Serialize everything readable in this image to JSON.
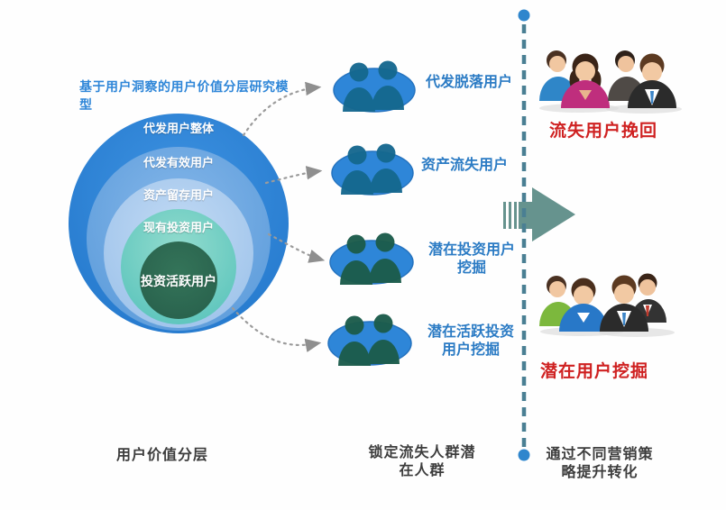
{
  "title": {
    "text": "基于用户洞察的用户价值分层研究模型"
  },
  "funnel": {
    "rings": [
      {
        "label": "代发用户整体",
        "color": "#2B85D8"
      },
      {
        "label": "代发有效用户",
        "color": "#66A6E0"
      },
      {
        "label": "资产留存用户",
        "color": "#ABCBEE"
      },
      {
        "label": "现有投资用户",
        "color": "#6FCEC2"
      },
      {
        "label": "投资活跃用户",
        "color": "#2E6B52"
      }
    ],
    "caption": "用户价值分层"
  },
  "segments": {
    "items": [
      {
        "label": "代发脱落用户"
      },
      {
        "label": "资产流失用户"
      },
      {
        "label": "潜在投资用户\n挖掘"
      },
      {
        "label": "潜在活跃投资\n用户挖掘"
      }
    ],
    "caption": "锁定流失人群潜\n在人群"
  },
  "outcomes": {
    "items": [
      {
        "label": "流失用户挽回"
      },
      {
        "label": "潜在用户挖掘"
      }
    ],
    "caption": "通过不同营销策\n略提升转化"
  },
  "colors": {
    "accent_blue": "#2E86D8",
    "segment_label_blue": "#2B7BC4",
    "alert_red": "#CF2121",
    "caption_gray": "#3D3D3D",
    "flow_arrow_teal": "#66938E",
    "timeline_stroke": "#4A7F93",
    "group_person_blue": "#15688F",
    "group_person_green": "#1C5C4C"
  }
}
